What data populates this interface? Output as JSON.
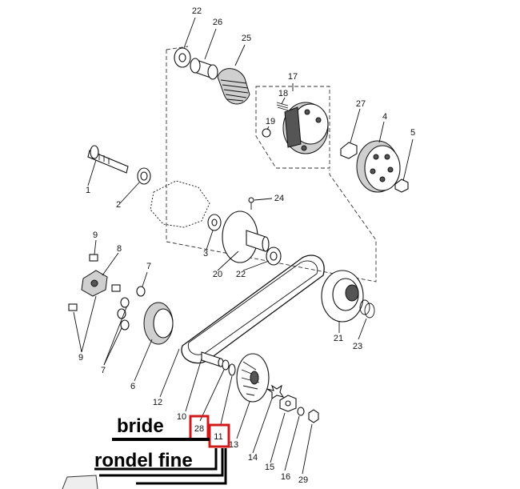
{
  "parts": {
    "p1": "1",
    "p2": "2",
    "p3": "3",
    "p4": "4",
    "p5": "5",
    "p6": "6",
    "p7a": "7",
    "p7b": "7",
    "p8": "8",
    "p9a": "9",
    "p9b": "9",
    "p10": "10",
    "p11": "11",
    "p12": "12",
    "p13": "13",
    "p14": "14",
    "p15": "15",
    "p16": "16",
    "p17": "17",
    "p18": "18",
    "p19": "19",
    "p20": "20",
    "p21": "21",
    "p22a": "22",
    "p22b": "22",
    "p23": "23",
    "p24": "24",
    "p25": "25",
    "p26": "26",
    "p27": "27",
    "p28": "28",
    "p29": "29"
  },
  "annotations": {
    "bride": "bride",
    "rondel_fine": "rondel fine"
  },
  "colors": {
    "highlight_box": "#d01818",
    "line": "#111111",
    "annotation_text": "#000000"
  }
}
